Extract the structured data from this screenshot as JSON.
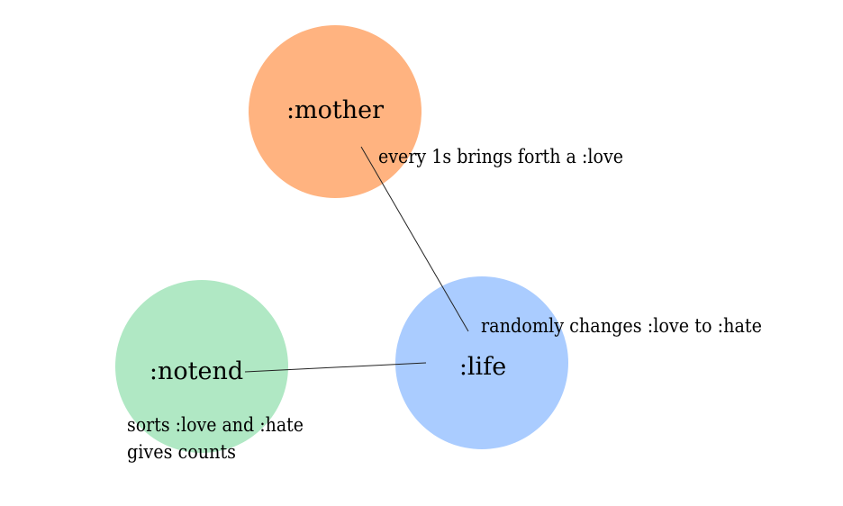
{
  "diagram": {
    "nodes": [
      {
        "id": "mother",
        "label": ":mother",
        "color": "#ffb380"
      },
      {
        "id": "life",
        "label": ":life",
        "color": "#aaccff"
      },
      {
        "id": "notend",
        "label": ":notend",
        "color": "#b0e8c4"
      }
    ],
    "edges": [
      {
        "from": "mother",
        "to": "life"
      },
      {
        "from": "notend",
        "to": "life"
      }
    ],
    "annotations": {
      "mother": "every 1s brings forth a :love",
      "life": "randomly changes :love to :hate",
      "notend_line1": "sorts :love and :hate",
      "notend_line2": "gives counts"
    }
  }
}
